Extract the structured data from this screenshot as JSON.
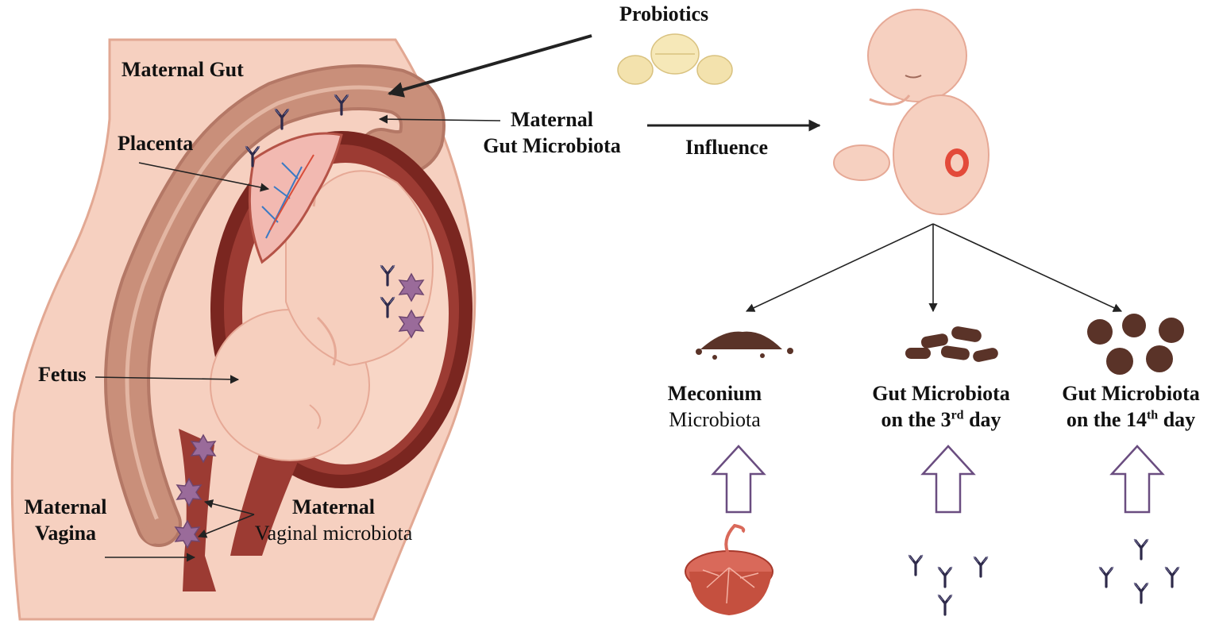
{
  "labels": {
    "probiotics": "Probiotics",
    "maternal_gut": "Maternal Gut",
    "placenta": "Placenta",
    "maternal_gut_microbiota_1": "Maternal",
    "maternal_gut_microbiota_2": "Gut Microbiota",
    "influence": "Influence",
    "fetus": "Fetus",
    "maternal_vagina_1": "Maternal",
    "maternal_vagina_2": "Vagina",
    "maternal_vaginal_1": "Maternal",
    "maternal_vaginal_2": "Vaginal microbiota",
    "meconium_1": "Meconium",
    "meconium_2": "Microbiota",
    "gut3_1": "Gut Microbiota",
    "gut3_2a": "on the 3",
    "gut3_sup": "rd",
    "gut3_2b": " day",
    "gut14_1": "Gut Microbiota",
    "gut14_2a": "on the 14",
    "gut14_sup": "th",
    "gut14_2b": " day"
  },
  "colors": {
    "skin": "#f6d0c0",
    "skin_dark": "#e8a894",
    "gut": "#c98f7a",
    "gut_light": "#e3b6a3",
    "uterus": "#9c3b33",
    "uterus_dark": "#7a2620",
    "stool": "#5a3328",
    "antibody": "#2e2a4a",
    "microbe": "#9a6b9a",
    "pill": "#f3e2ad",
    "arrow": "#222222"
  },
  "icons": [
    "antibody-icon",
    "microbe-star-icon",
    "pill-icon",
    "placenta-icon",
    "stool-icon",
    "hollow-up-arrow-icon"
  ]
}
